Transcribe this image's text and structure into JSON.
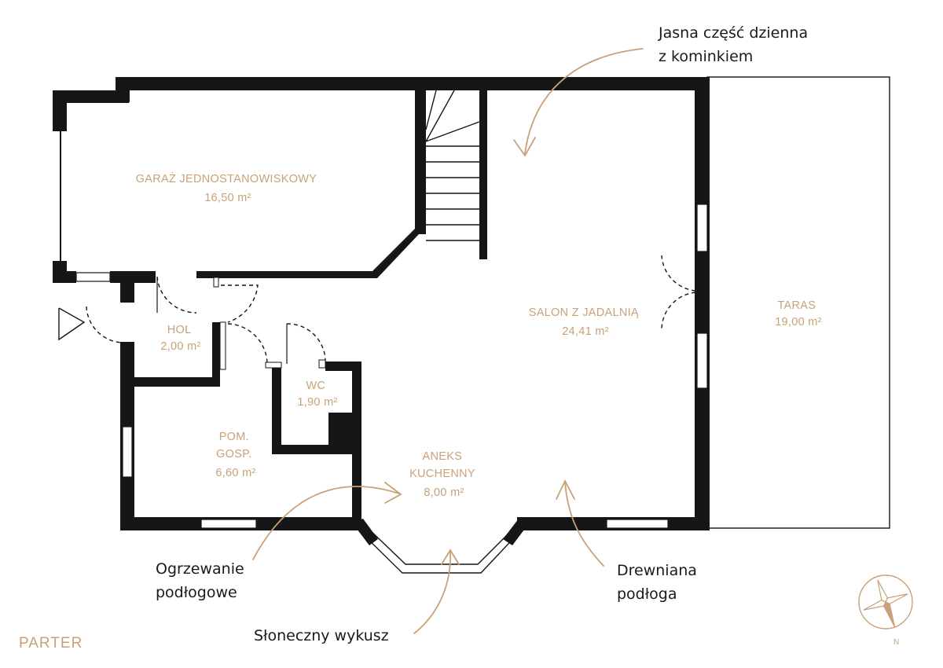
{
  "floor": {
    "label": "PARTER"
  },
  "rooms": [
    {
      "id": "garage",
      "lines": [
        "GARAŻ JEDNOSTANOWISKOWY",
        "16,50 m²"
      ]
    },
    {
      "id": "hall",
      "lines": [
        "HOL",
        "2,00 m²"
      ]
    },
    {
      "id": "wc",
      "lines": [
        "WC",
        "1,90 m²"
      ]
    },
    {
      "id": "utility",
      "lines": [
        "POM.",
        "GOSP.",
        "6,60 m²"
      ]
    },
    {
      "id": "kitchen",
      "lines": [
        "ANEKS",
        "KUCHENNY",
        "8,00 m²"
      ]
    },
    {
      "id": "living",
      "lines": [
        "SALON Z JADALNIĄ",
        "24,41 m²"
      ]
    },
    {
      "id": "terrace",
      "lines": [
        "TARAS",
        "19,00 m²"
      ]
    }
  ],
  "callouts": {
    "bright": [
      "Jasna część dzienna",
      "z kominkiem"
    ],
    "heating": [
      "Ogrzewanie",
      "podłogowe"
    ],
    "bay": [
      "Słoneczny wykusz"
    ],
    "floor": [
      "Drewniana",
      "podłoga"
    ]
  },
  "compass": {
    "north": "N"
  },
  "colors": {
    "accent": "#c9a179",
    "wall": "#161616"
  }
}
